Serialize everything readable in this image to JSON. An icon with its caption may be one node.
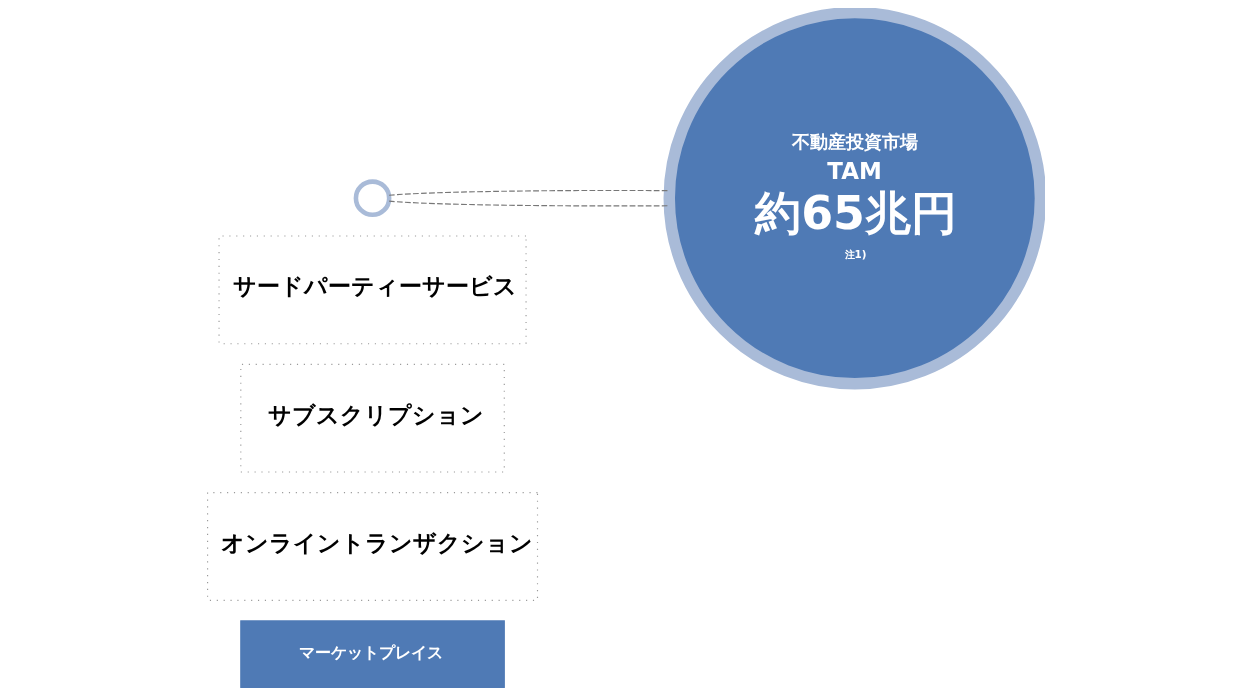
{
  "diagram": {
    "nodes": [
      {
        "text": [
          "マーケットプレイス"
        ]
      },
      {
        "text": [
          "オンライントランザクション"
        ]
      },
      {
        "text": [
          "サブスクリプション"
        ]
      },
      {
        "text": [
          "サードパーティーサービス"
        ]
      },
      {
        "text": [],
        "shape": "circle"
      },
      {
        "text": [
          "不動産投資市場",
          "TAM",
          "約65兆円",
          "注1)"
        ]
      }
    ],
    "edges": [
      {
        "from": 4,
        "to": 5,
        "arrow": "none",
        "style": "dashed"
      },
      {
        "from": 4,
        "to": 5,
        "arrow": "none",
        "style": "dashed"
      }
    ]
  }
}
